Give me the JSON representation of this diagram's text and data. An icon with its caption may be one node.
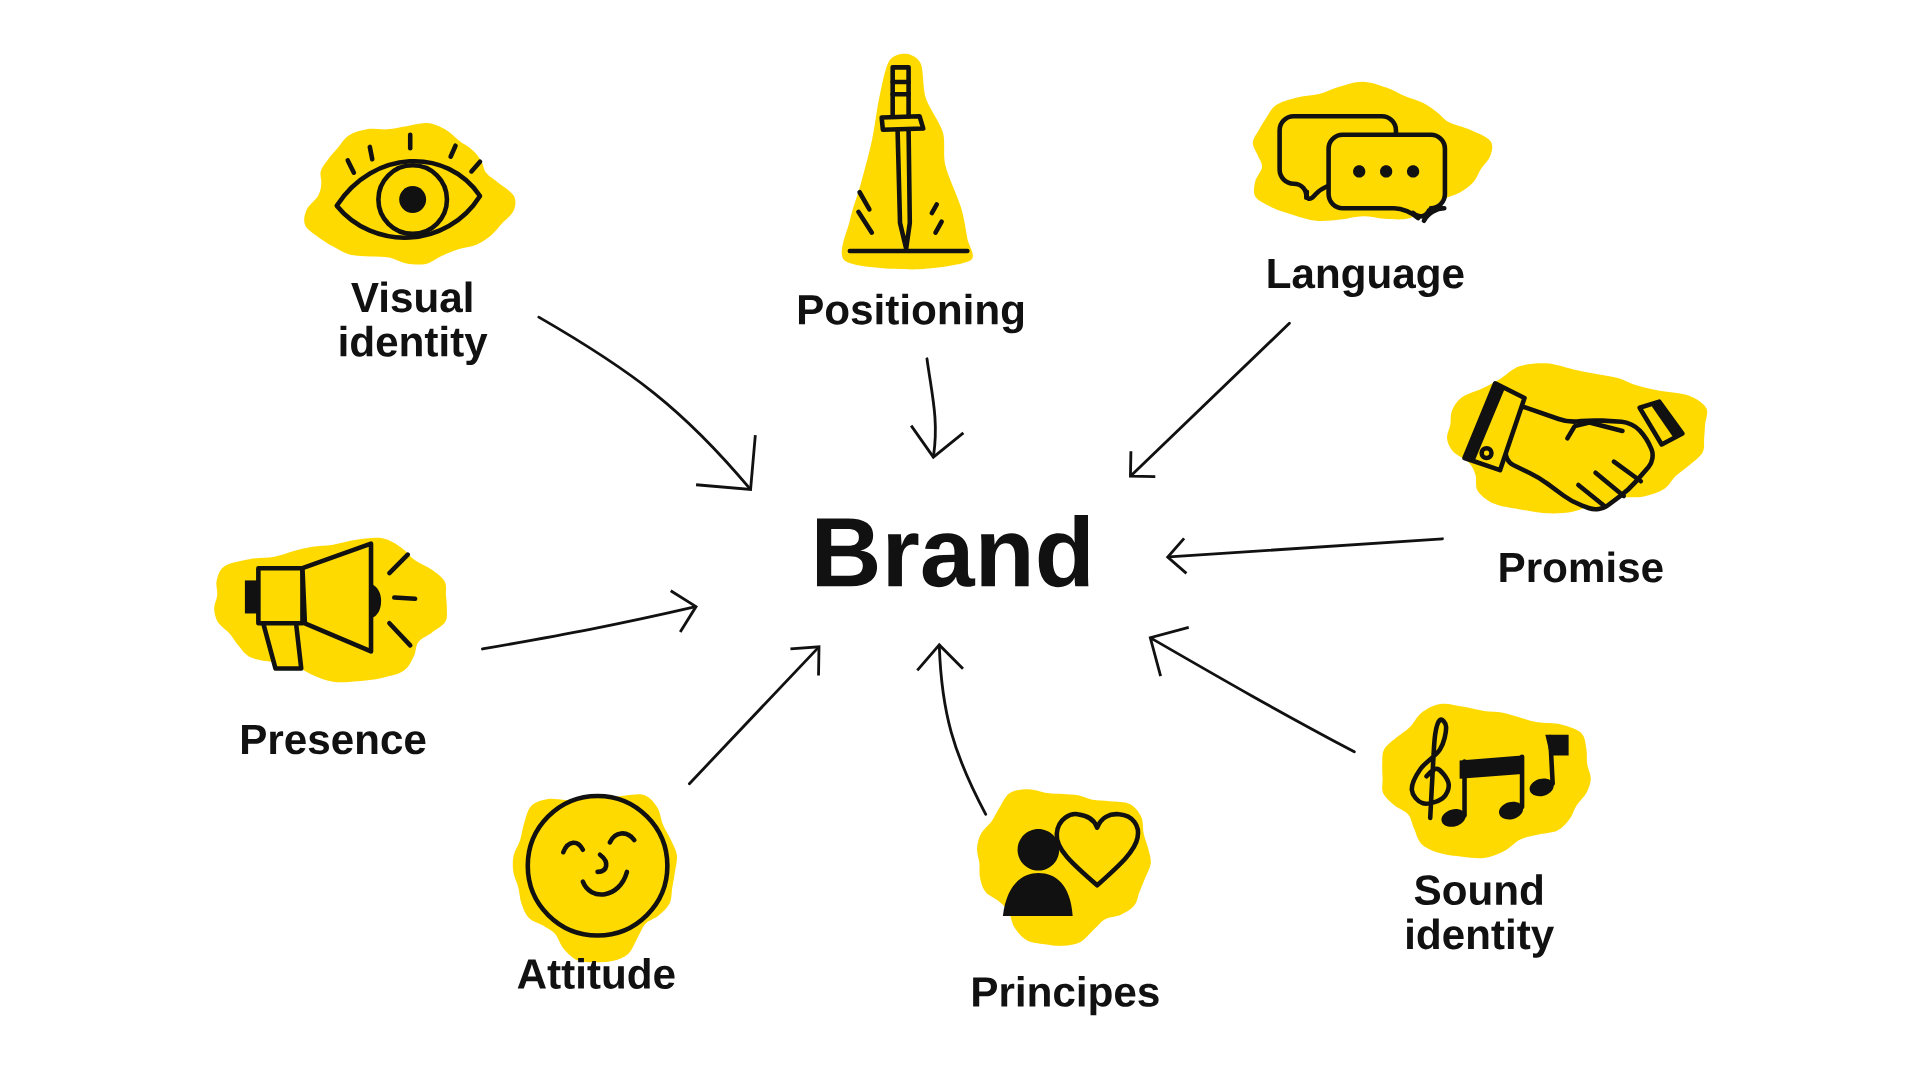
{
  "diagram": {
    "nodes": [
      {
        "text": [
          "Brand"
        ]
      },
      {
        "text": [
          "Visual identity"
        ]
      },
      {
        "text": [
          "Positioning"
        ]
      },
      {
        "text": [
          "Language"
        ]
      },
      {
        "text": [
          "Promise"
        ]
      },
      {
        "text": [
          "Sound identity"
        ]
      },
      {
        "text": [
          "Principes"
        ]
      },
      {
        "text": [
          "Attitude"
        ]
      },
      {
        "text": [
          "Presence"
        ]
      }
    ],
    "edges": [
      {
        "from": 1,
        "to": 0,
        "arrow": "to"
      },
      {
        "from": 2,
        "to": 0,
        "arrow": "to"
      },
      {
        "from": 3,
        "to": 0,
        "arrow": "to"
      },
      {
        "from": 4,
        "to": 0,
        "arrow": "to"
      },
      {
        "from": 5,
        "to": 0,
        "arrow": "to"
      },
      {
        "from": 6,
        "to": 0,
        "arrow": "to"
      },
      {
        "from": 7,
        "to": 0,
        "arrow": "to"
      },
      {
        "from": 8,
        "to": 0,
        "arrow": "to"
      }
    ]
  }
}
